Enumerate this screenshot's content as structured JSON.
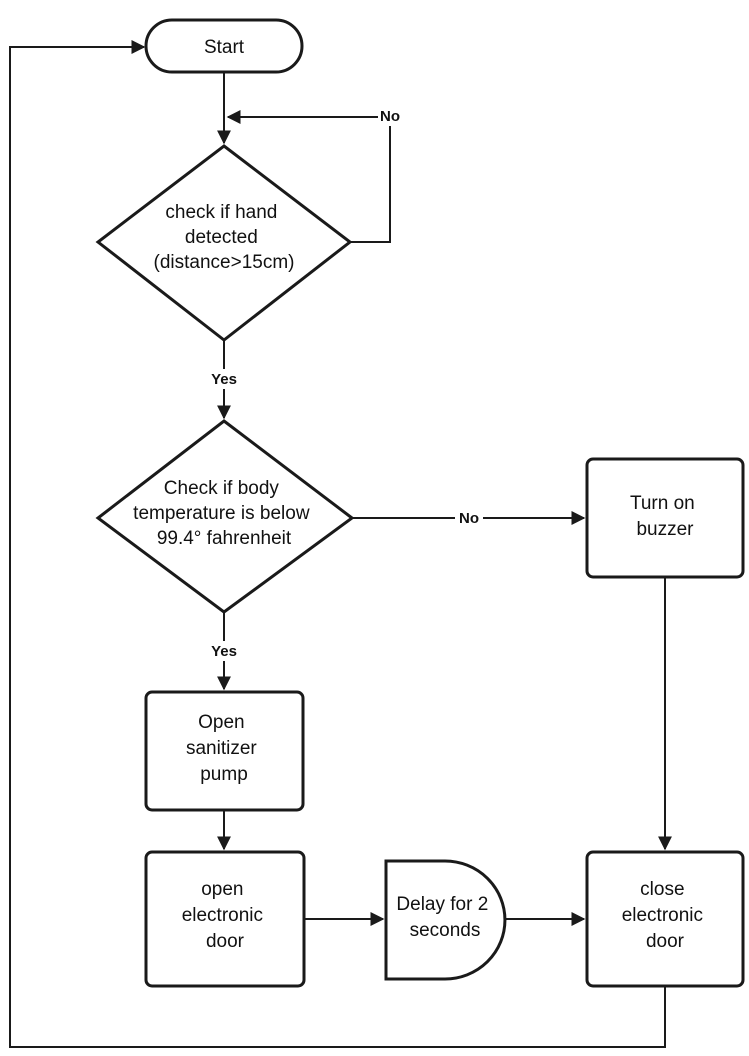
{
  "nodes": {
    "start": {
      "lines": [
        "Start"
      ]
    },
    "check_hand": {
      "lines": [
        "check if hand",
        "detected",
        "(distance>15cm)"
      ]
    },
    "check_temp": {
      "lines": [
        "Check if body",
        "temperature is below",
        "99.4° fahrenheit"
      ]
    },
    "buzzer": {
      "lines": [
        "Turn on",
        "buzzer"
      ]
    },
    "pump": {
      "lines": [
        "Open",
        "sanitizer",
        "pump"
      ]
    },
    "open_door": {
      "lines": [
        "open",
        "electronic",
        "door"
      ]
    },
    "delay": {
      "lines": [
        "Delay for 2",
        "seconds"
      ]
    },
    "close_door": {
      "lines": [
        "close",
        "electronic",
        "door"
      ]
    }
  },
  "edge_labels": {
    "hand_no": "No",
    "hand_yes": "Yes",
    "temp_no": "No",
    "temp_yes": "Yes"
  }
}
